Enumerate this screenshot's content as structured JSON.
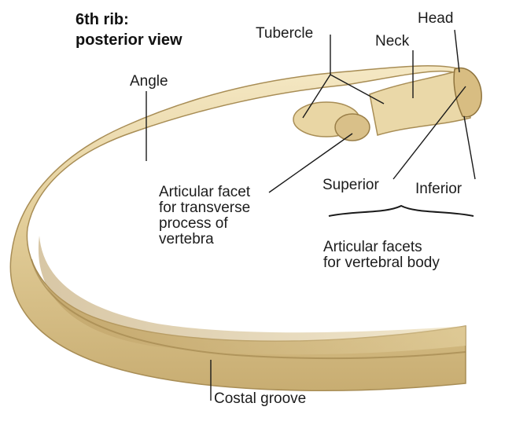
{
  "title": {
    "line1": "6th rib:",
    "line2": "posterior view"
  },
  "labels": {
    "head": "Head",
    "tubercle": "Tubercle",
    "neck": "Neck",
    "angle": "Angle",
    "facet_transverse": [
      "Articular facet",
      "for transverse",
      "process of",
      "vertebra"
    ],
    "superior": "Superior",
    "inferior": "Inferior",
    "facets_vertebral_body": [
      "Articular facets",
      "for vertebral body"
    ],
    "costal_groove": "Costal groove"
  },
  "colors": {
    "bone_light": "#f1e2b6",
    "bone_mid": "#dcc48c",
    "bone_dark": "#b49a5e",
    "leader_line": "#1a1a1a"
  }
}
